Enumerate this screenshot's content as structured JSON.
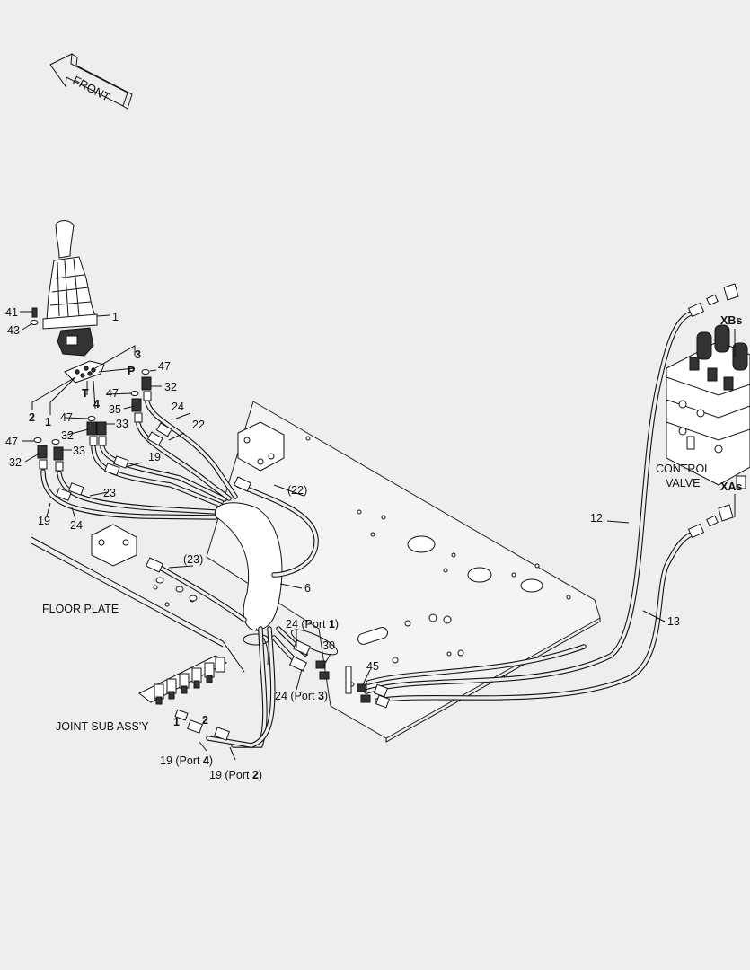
{
  "front_label": "FRONT",
  "areas": {
    "floor_plate": "FLOOR PLATE",
    "joint_sub_assy": "JOINT SUB ASS'Y",
    "control_valve_1": "CONTROL",
    "control_valve_2": "VALVE",
    "xbs": "XBs",
    "xas": "XAs"
  },
  "callouts": {
    "c41": "41",
    "c43": "43",
    "c1_joystick": "1",
    "c3_port": "3",
    "c47_a": "47",
    "cP_port": "P",
    "c32_a": "32",
    "c47_b": "47",
    "cT_port": "T",
    "c4_port": "4",
    "c35": "35",
    "c24_a": "24",
    "c47_c": "47",
    "c33_a": "33",
    "c22": "22",
    "c2_port": "2",
    "c1_port": "1",
    "c32_b": "32",
    "c47_d": "47",
    "c33_b": "33",
    "c32_c": "32",
    "c19_a": "19",
    "c23": "23",
    "c19_b": "19",
    "c24_b": "24",
    "c22_ref": "(22)",
    "c23_ref": "(23)",
    "c6": "6",
    "c12": "12",
    "c13": "13",
    "c30": "30",
    "c45": "45",
    "j1": "1",
    "j2": "2"
  },
  "port_labels": {
    "p24_port1_pre": "24 (Port ",
    "p24_port1_num": "1",
    "p24_port1_post": ")",
    "p24_port3_pre": "24 (Port ",
    "p24_port3_num": "3",
    "p24_port3_post": ")",
    "p19_port4_pre": "19 (Port ",
    "p19_port4_num": "4",
    "p19_port4_post": ")",
    "p19_port2_pre": "19 (Port ",
    "p19_port2_num": "2",
    "p19_port2_post": ")"
  }
}
